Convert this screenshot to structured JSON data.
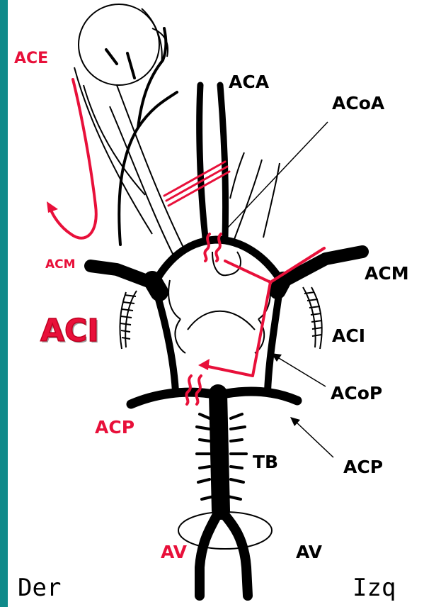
{
  "diagram": {
    "colors": {
      "sidebar": "#0f8a8a",
      "vessel": "#000000",
      "pathway": "#e8103a",
      "background": "#ffffff"
    },
    "labels": {
      "ace": "ACE",
      "aca": "ACA",
      "acoa": "ACoA",
      "acm_right": "ACM",
      "acm_left": "ACM",
      "aci_right": "ACI",
      "aci_left": "ACI",
      "acop": "ACoP",
      "acp_right": "ACP",
      "acp_left": "ACP",
      "tb": "TB",
      "av_right": "AV",
      "av_left": "AV",
      "side_right": "Der",
      "side_left": "Izq"
    }
  }
}
